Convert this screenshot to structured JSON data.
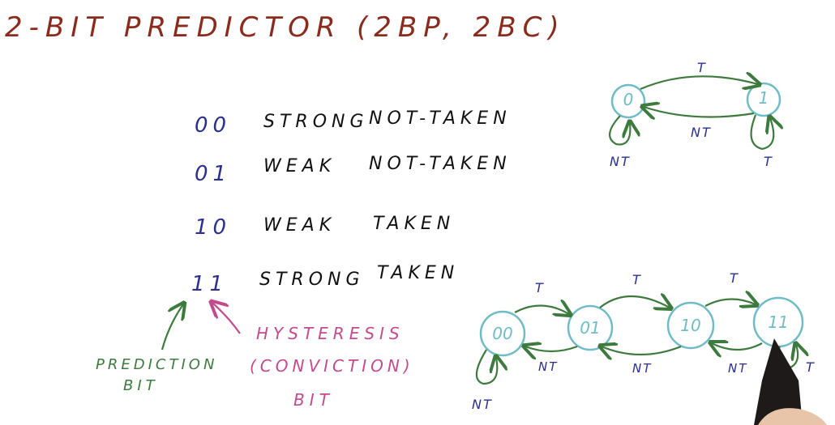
{
  "title": {
    "main": "2-BIT PREDICTOR",
    "aliases": "(2BP, 2BC)"
  },
  "states": [
    {
      "code": "00",
      "label1": "STRONG",
      "label2": "NOT-TAKEN"
    },
    {
      "code": "01",
      "label1": "WEAK",
      "label2": "NOT-TAKEN"
    },
    {
      "code": "10",
      "label1": "WEAK",
      "label2": "TAKEN"
    },
    {
      "code": "11",
      "label1": "STRONG",
      "label2": "TAKEN"
    }
  ],
  "annotations": {
    "prediction_bit": [
      "PREDICTION",
      "BIT"
    ],
    "hysteresis_bit": [
      "HYSTERESIS",
      "(CONVICTION)",
      "BIT"
    ]
  },
  "one_bit_diagram": {
    "nodes": [
      "0",
      "1"
    ],
    "edge_t": "T",
    "edge_nt": "NT",
    "self_nt": "NT",
    "self_t": "T"
  },
  "two_bit_diagram": {
    "nodes": [
      "00",
      "01",
      "10",
      "11"
    ],
    "edges_t": [
      "T",
      "T",
      "T"
    ],
    "edges_nt": [
      "NT",
      "NT",
      "NT"
    ],
    "self_nt": "NT",
    "self_t": "T"
  },
  "colors": {
    "title": "#8a2b1e",
    "code": "#2b2f8f",
    "node": "#6fbcc6",
    "arrow": "#3d7a3d",
    "pink": "#c44a8e"
  }
}
